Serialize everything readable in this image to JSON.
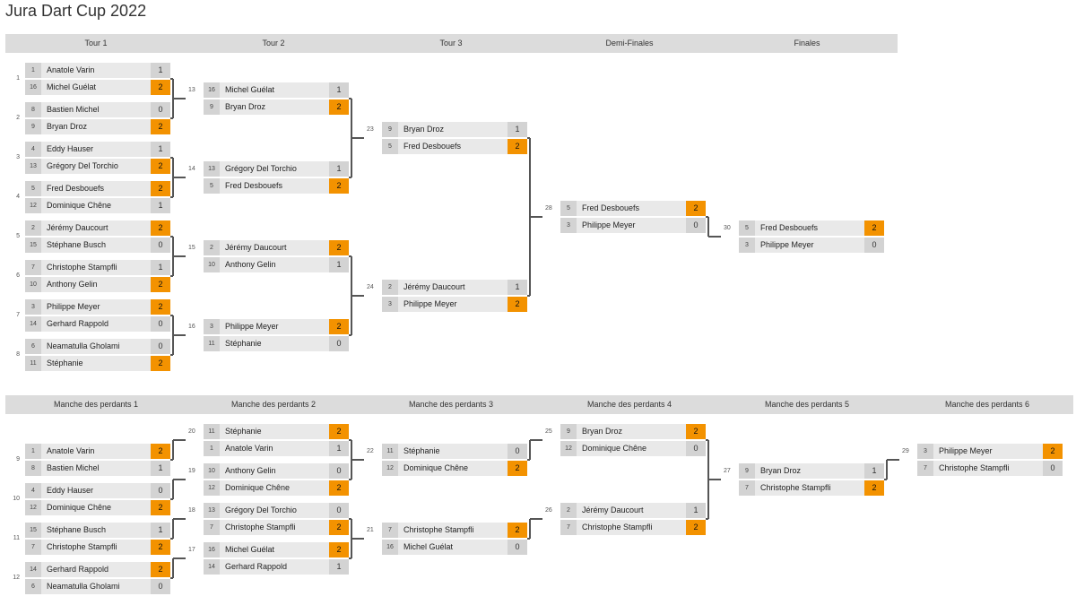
{
  "title": "Jura Dart Cup 2022",
  "colors": {
    "winner": "#f39200",
    "header": "#dcdcdc",
    "slot": "#e9e9e9",
    "seed": "#d3d3d3",
    "line": "#555555"
  },
  "winners_headers": [
    "Tour 1",
    "Tour 2",
    "Tour 3",
    "Demi-Finales",
    "Finales"
  ],
  "losers_headers": [
    "Manche des perdants 1",
    "Manche des perdants 2",
    "Manche des perdants 3",
    "Manche des perdants 4",
    "Manche des perdants 5",
    "Manche des perdants 6"
  ],
  "matches": [
    {
      "id": "1",
      "bracket": "w",
      "round": 0,
      "p": [
        {
          "seed": "1",
          "name": "Anatole Varin",
          "score": "1"
        },
        {
          "seed": "16",
          "name": "Michel Guélat",
          "score": "2",
          "win": true
        }
      ]
    },
    {
      "id": "2",
      "bracket": "w",
      "round": 0,
      "p": [
        {
          "seed": "8",
          "name": "Bastien Michel",
          "score": "0"
        },
        {
          "seed": "9",
          "name": "Bryan Droz",
          "score": "2",
          "win": true
        }
      ]
    },
    {
      "id": "3",
      "bracket": "w",
      "round": 0,
      "p": [
        {
          "seed": "4",
          "name": "Eddy Hauser",
          "score": "1"
        },
        {
          "seed": "13",
          "name": "Grégory Del Torchio",
          "score": "2",
          "win": true
        }
      ]
    },
    {
      "id": "4",
      "bracket": "w",
      "round": 0,
      "p": [
        {
          "seed": "5",
          "name": "Fred Desbouefs",
          "score": "2",
          "win": true
        },
        {
          "seed": "12",
          "name": "Dominique Chêne",
          "score": "1"
        }
      ]
    },
    {
      "id": "5",
      "bracket": "w",
      "round": 0,
      "p": [
        {
          "seed": "2",
          "name": "Jérémy Daucourt",
          "score": "2",
          "win": true
        },
        {
          "seed": "15",
          "name": "Stéphane Busch",
          "score": "0"
        }
      ]
    },
    {
      "id": "6",
      "bracket": "w",
      "round": 0,
      "p": [
        {
          "seed": "7",
          "name": "Christophe Stampfli",
          "score": "1"
        },
        {
          "seed": "10",
          "name": "Anthony Gelin",
          "score": "2",
          "win": true
        }
      ]
    },
    {
      "id": "7",
      "bracket": "w",
      "round": 0,
      "p": [
        {
          "seed": "3",
          "name": "Philippe Meyer",
          "score": "2",
          "win": true
        },
        {
          "seed": "14",
          "name": "Gerhard Rappold",
          "score": "0"
        }
      ]
    },
    {
      "id": "8",
      "bracket": "w",
      "round": 0,
      "p": [
        {
          "seed": "6",
          "name": "Neamatulla Gholami",
          "score": "0"
        },
        {
          "seed": "11",
          "name": "Stéphanie",
          "score": "2",
          "win": true
        }
      ]
    },
    {
      "id": "13",
      "bracket": "w",
      "round": 1,
      "p": [
        {
          "seed": "16",
          "name": "Michel Guélat",
          "score": "1"
        },
        {
          "seed": "9",
          "name": "Bryan Droz",
          "score": "2",
          "win": true
        }
      ]
    },
    {
      "id": "14",
      "bracket": "w",
      "round": 1,
      "p": [
        {
          "seed": "13",
          "name": "Grégory Del Torchio",
          "score": "1"
        },
        {
          "seed": "5",
          "name": "Fred Desbouefs",
          "score": "2",
          "win": true
        }
      ]
    },
    {
      "id": "15",
      "bracket": "w",
      "round": 1,
      "p": [
        {
          "seed": "2",
          "name": "Jérémy Daucourt",
          "score": "2",
          "win": true
        },
        {
          "seed": "10",
          "name": "Anthony Gelin",
          "score": "1"
        }
      ]
    },
    {
      "id": "16",
      "bracket": "w",
      "round": 1,
      "p": [
        {
          "seed": "3",
          "name": "Philippe Meyer",
          "score": "2",
          "win": true
        },
        {
          "seed": "11",
          "name": "Stéphanie",
          "score": "0"
        }
      ]
    },
    {
      "id": "23",
      "bracket": "w",
      "round": 2,
      "p": [
        {
          "seed": "9",
          "name": "Bryan Droz",
          "score": "1"
        },
        {
          "seed": "5",
          "name": "Fred Desbouefs",
          "score": "2",
          "win": true
        }
      ]
    },
    {
      "id": "24",
      "bracket": "w",
      "round": 2,
      "p": [
        {
          "seed": "2",
          "name": "Jérémy Daucourt",
          "score": "1"
        },
        {
          "seed": "3",
          "name": "Philippe Meyer",
          "score": "2",
          "win": true
        }
      ]
    },
    {
      "id": "28",
      "bracket": "w",
      "round": 3,
      "p": [
        {
          "seed": "5",
          "name": "Fred Desbouefs",
          "score": "2",
          "win": true
        },
        {
          "seed": "3",
          "name": "Philippe Meyer",
          "score": "0"
        }
      ]
    },
    {
      "id": "30",
      "bracket": "w",
      "round": 4,
      "p": [
        {
          "seed": "5",
          "name": "Fred Desbouefs",
          "score": "2",
          "win": true
        },
        {
          "seed": "3",
          "name": "Philippe Meyer",
          "score": "0"
        }
      ]
    },
    {
      "id": "9",
      "bracket": "l",
      "round": 0,
      "p": [
        {
          "seed": "1",
          "name": "Anatole Varin",
          "score": "2",
          "win": true
        },
        {
          "seed": "8",
          "name": "Bastien Michel",
          "score": "1"
        }
      ]
    },
    {
      "id": "10",
      "bracket": "l",
      "round": 0,
      "p": [
        {
          "seed": "4",
          "name": "Eddy Hauser",
          "score": "0"
        },
        {
          "seed": "12",
          "name": "Dominique Chêne",
          "score": "2",
          "win": true
        }
      ]
    },
    {
      "id": "11",
      "bracket": "l",
      "round": 0,
      "p": [
        {
          "seed": "15",
          "name": "Stéphane Busch",
          "score": "1"
        },
        {
          "seed": "7",
          "name": "Christophe Stampfli",
          "score": "2",
          "win": true
        }
      ]
    },
    {
      "id": "12",
      "bracket": "l",
      "round": 0,
      "p": [
        {
          "seed": "14",
          "name": "Gerhard Rappold",
          "score": "2",
          "win": true
        },
        {
          "seed": "6",
          "name": "Neamatulla Gholami",
          "score": "0"
        }
      ]
    },
    {
      "id": "20",
      "bracket": "l",
      "round": 1,
      "p": [
        {
          "seed": "11",
          "name": "Stéphanie",
          "score": "2",
          "win": true
        },
        {
          "seed": "1",
          "name": "Anatole Varin",
          "score": "1"
        }
      ]
    },
    {
      "id": "19",
      "bracket": "l",
      "round": 1,
      "p": [
        {
          "seed": "10",
          "name": "Anthony Gelin",
          "score": "0"
        },
        {
          "seed": "12",
          "name": "Dominique Chêne",
          "score": "2",
          "win": true
        }
      ]
    },
    {
      "id": "18",
      "bracket": "l",
      "round": 1,
      "p": [
        {
          "seed": "13",
          "name": "Grégory Del Torchio",
          "score": "0"
        },
        {
          "seed": "7",
          "name": "Christophe Stampfli",
          "score": "2",
          "win": true
        }
      ]
    },
    {
      "id": "17",
      "bracket": "l",
      "round": 1,
      "p": [
        {
          "seed": "16",
          "name": "Michel Guélat",
          "score": "2",
          "win": true
        },
        {
          "seed": "14",
          "name": "Gerhard Rappold",
          "score": "1"
        }
      ]
    },
    {
      "id": "22",
      "bracket": "l",
      "round": 2,
      "p": [
        {
          "seed": "11",
          "name": "Stéphanie",
          "score": "0"
        },
        {
          "seed": "12",
          "name": "Dominique Chêne",
          "score": "2",
          "win": true
        }
      ]
    },
    {
      "id": "21",
      "bracket": "l",
      "round": 2,
      "p": [
        {
          "seed": "7",
          "name": "Christophe Stampfli",
          "score": "2",
          "win": true
        },
        {
          "seed": "16",
          "name": "Michel Guélat",
          "score": "0"
        }
      ]
    },
    {
      "id": "25",
      "bracket": "l",
      "round": 3,
      "p": [
        {
          "seed": "9",
          "name": "Bryan Droz",
          "score": "2",
          "win": true
        },
        {
          "seed": "12",
          "name": "Dominique Chêne",
          "score": "0"
        }
      ]
    },
    {
      "id": "26",
      "bracket": "l",
      "round": 3,
      "p": [
        {
          "seed": "2",
          "name": "Jérémy Daucourt",
          "score": "1"
        },
        {
          "seed": "7",
          "name": "Christophe Stampfli",
          "score": "2",
          "win": true
        }
      ]
    },
    {
      "id": "27",
      "bracket": "l",
      "round": 4,
      "p": [
        {
          "seed": "9",
          "name": "Bryan Droz",
          "score": "1"
        },
        {
          "seed": "7",
          "name": "Christophe Stampfli",
          "score": "2",
          "win": true
        }
      ]
    },
    {
      "id": "29",
      "bracket": "l",
      "round": 5,
      "p": [
        {
          "seed": "3",
          "name": "Philippe Meyer",
          "score": "2",
          "win": true
        },
        {
          "seed": "7",
          "name": "Christophe Stampfli",
          "score": "0"
        }
      ]
    }
  ]
}
